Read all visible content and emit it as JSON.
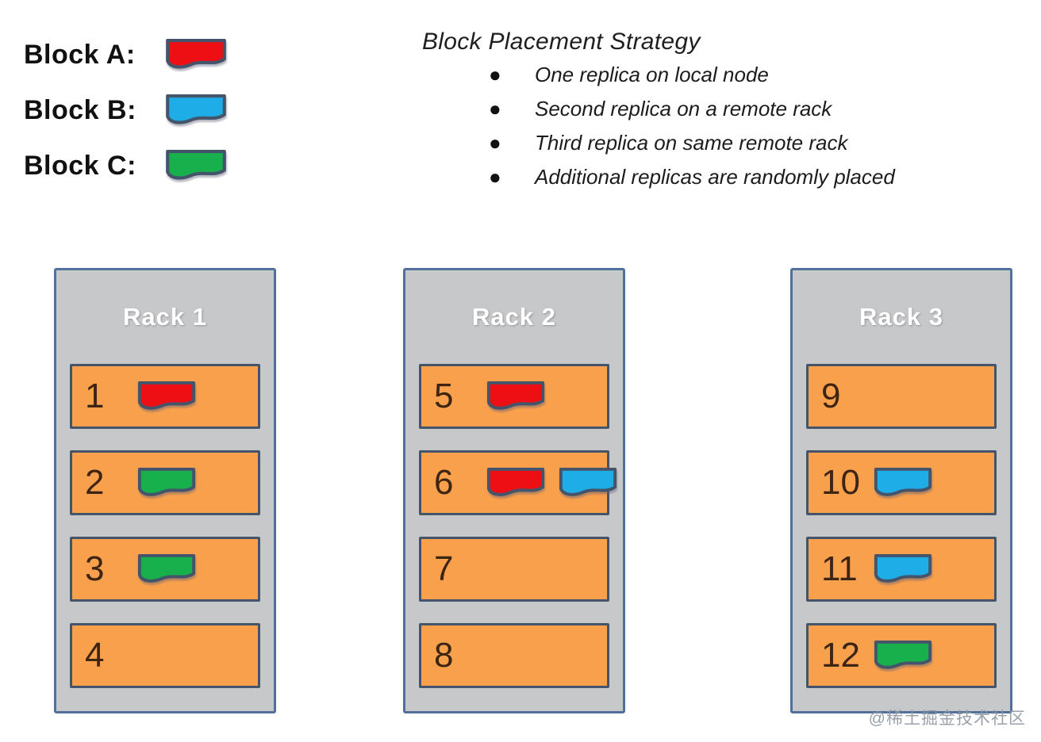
{
  "legend": {
    "items": [
      {
        "label": "Block A:",
        "block": "A"
      },
      {
        "label": "Block B:",
        "block": "B"
      },
      {
        "label": "Block C:",
        "block": "C"
      }
    ]
  },
  "strategy": {
    "title": "Block Placement Strategy",
    "bullets": [
      "One replica on local node",
      "Second replica on a remote rack",
      "Third replica on same remote rack",
      "Additional replicas are randomly placed"
    ]
  },
  "racks": [
    {
      "title": "Rack 1",
      "nodes": [
        {
          "id": "1",
          "blocks": [
            "A"
          ]
        },
        {
          "id": "2",
          "blocks": [
            "C"
          ]
        },
        {
          "id": "3",
          "blocks": [
            "C"
          ]
        },
        {
          "id": "4",
          "blocks": []
        }
      ]
    },
    {
      "title": "Rack 2",
      "nodes": [
        {
          "id": "5",
          "blocks": [
            "A"
          ]
        },
        {
          "id": "6",
          "blocks": [
            "A",
            "B"
          ]
        },
        {
          "id": "7",
          "blocks": []
        },
        {
          "id": "8",
          "blocks": []
        }
      ]
    },
    {
      "title": "Rack 3",
      "nodes": [
        {
          "id": "9",
          "blocks": []
        },
        {
          "id": "10",
          "blocks": [
            "B"
          ]
        },
        {
          "id": "11",
          "blocks": [
            "B"
          ]
        },
        {
          "id": "12",
          "blocks": [
            "C"
          ]
        }
      ]
    }
  ],
  "block_colors": {
    "A": "#ed0f13",
    "B": "#1fade8",
    "C": "#17b04d"
  },
  "colors": {
    "node_fill": "#f9a04c",
    "rack_fill": "#c7c8ca",
    "rack_border": "#51709c",
    "node_border": "#44546a",
    "number_text": "#3d2514"
  },
  "watermark": "@稀土掘金技术社区"
}
